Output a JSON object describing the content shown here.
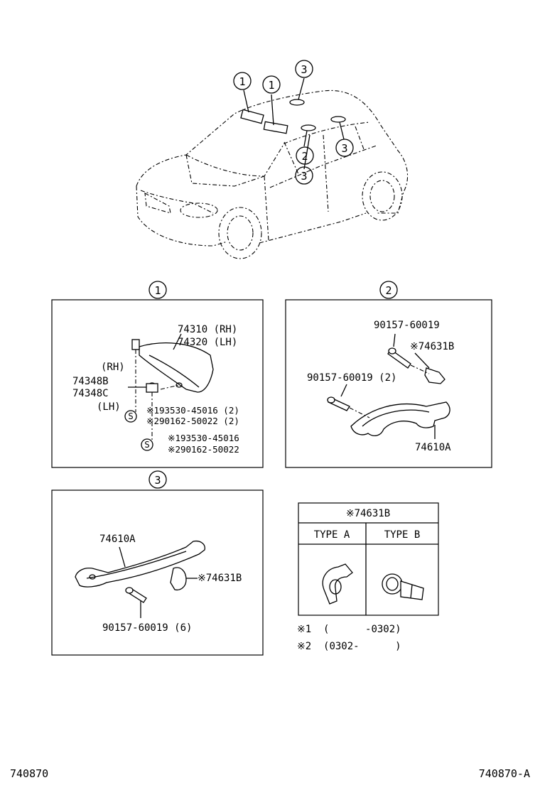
{
  "callouts": {
    "one": "1",
    "two": "2",
    "three": "3"
  },
  "panel1": {
    "p_74310": "74310 (RH)",
    "p_74320": "74320 (LH)",
    "rh": "(RH)",
    "p_74348B": "74348B",
    "p_74348C": "74348C",
    "lh": "(LH)",
    "s_mark": "S",
    "screw1a": "※193530-45016 (2)",
    "screw1b": "※290162-50022 (2)",
    "screw2a": "※193530-45016",
    "screw2b": "※290162-50022"
  },
  "panel2": {
    "bolt_top": "90157-60019",
    "clip": "※74631B",
    "bolt_left": "90157-60019 (2)",
    "grip": "74610A"
  },
  "panel3": {
    "grip": "74610A",
    "clip": "※74631B",
    "bolt": "90157-60019 (6)"
  },
  "type_table": {
    "header": "※74631B",
    "type_a": "TYPE  A",
    "type_b": "TYPE  B"
  },
  "notes": {
    "n1": "※1  (      -0302)",
    "n2": "※2  (0302-      )"
  },
  "footer": {
    "left_code": "740870",
    "right_code": "740870-A"
  }
}
